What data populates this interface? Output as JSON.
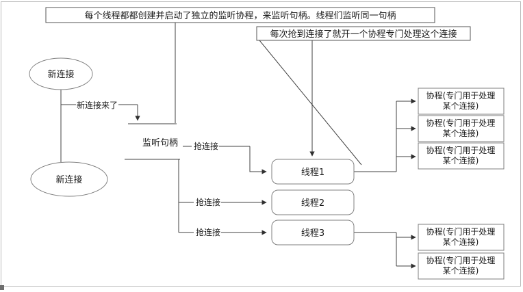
{
  "page": {
    "background": "#ffffff",
    "frame_border": "#b9b9b9",
    "line_color": "#404040",
    "box_border_color": "#7f7f7f"
  },
  "diagram": {
    "top_note": "每个线程都都创建并启动了独立的监听协程，来监听句柄。线程们监听同一句柄",
    "sub_note": "每次抢到连接了就开一个协程专门处理这个连接",
    "new_connection_top": "新连接",
    "new_connection_bottom": "新连接",
    "new_connection_arrived": "新连接来了",
    "listen_handle": "监听句柄",
    "grab_labels": [
      "抢连接",
      "抢连接",
      "抢连接"
    ],
    "threads": [
      "线程1",
      "线程2",
      "线程3"
    ],
    "coroutines": [
      {
        "line1": "协程(专门用于处理",
        "line2": "某个连接)"
      },
      {
        "line1": "协程(专门用于处理",
        "line2": "某个连接)"
      },
      {
        "line1": "协程(专门用于处理",
        "line2": "某个连接)"
      },
      {
        "line1": "协程(专门用于处理",
        "line2": "某个连接)"
      },
      {
        "line1": "协程(专门用于处理",
        "line2": "某个连接)"
      }
    ]
  }
}
